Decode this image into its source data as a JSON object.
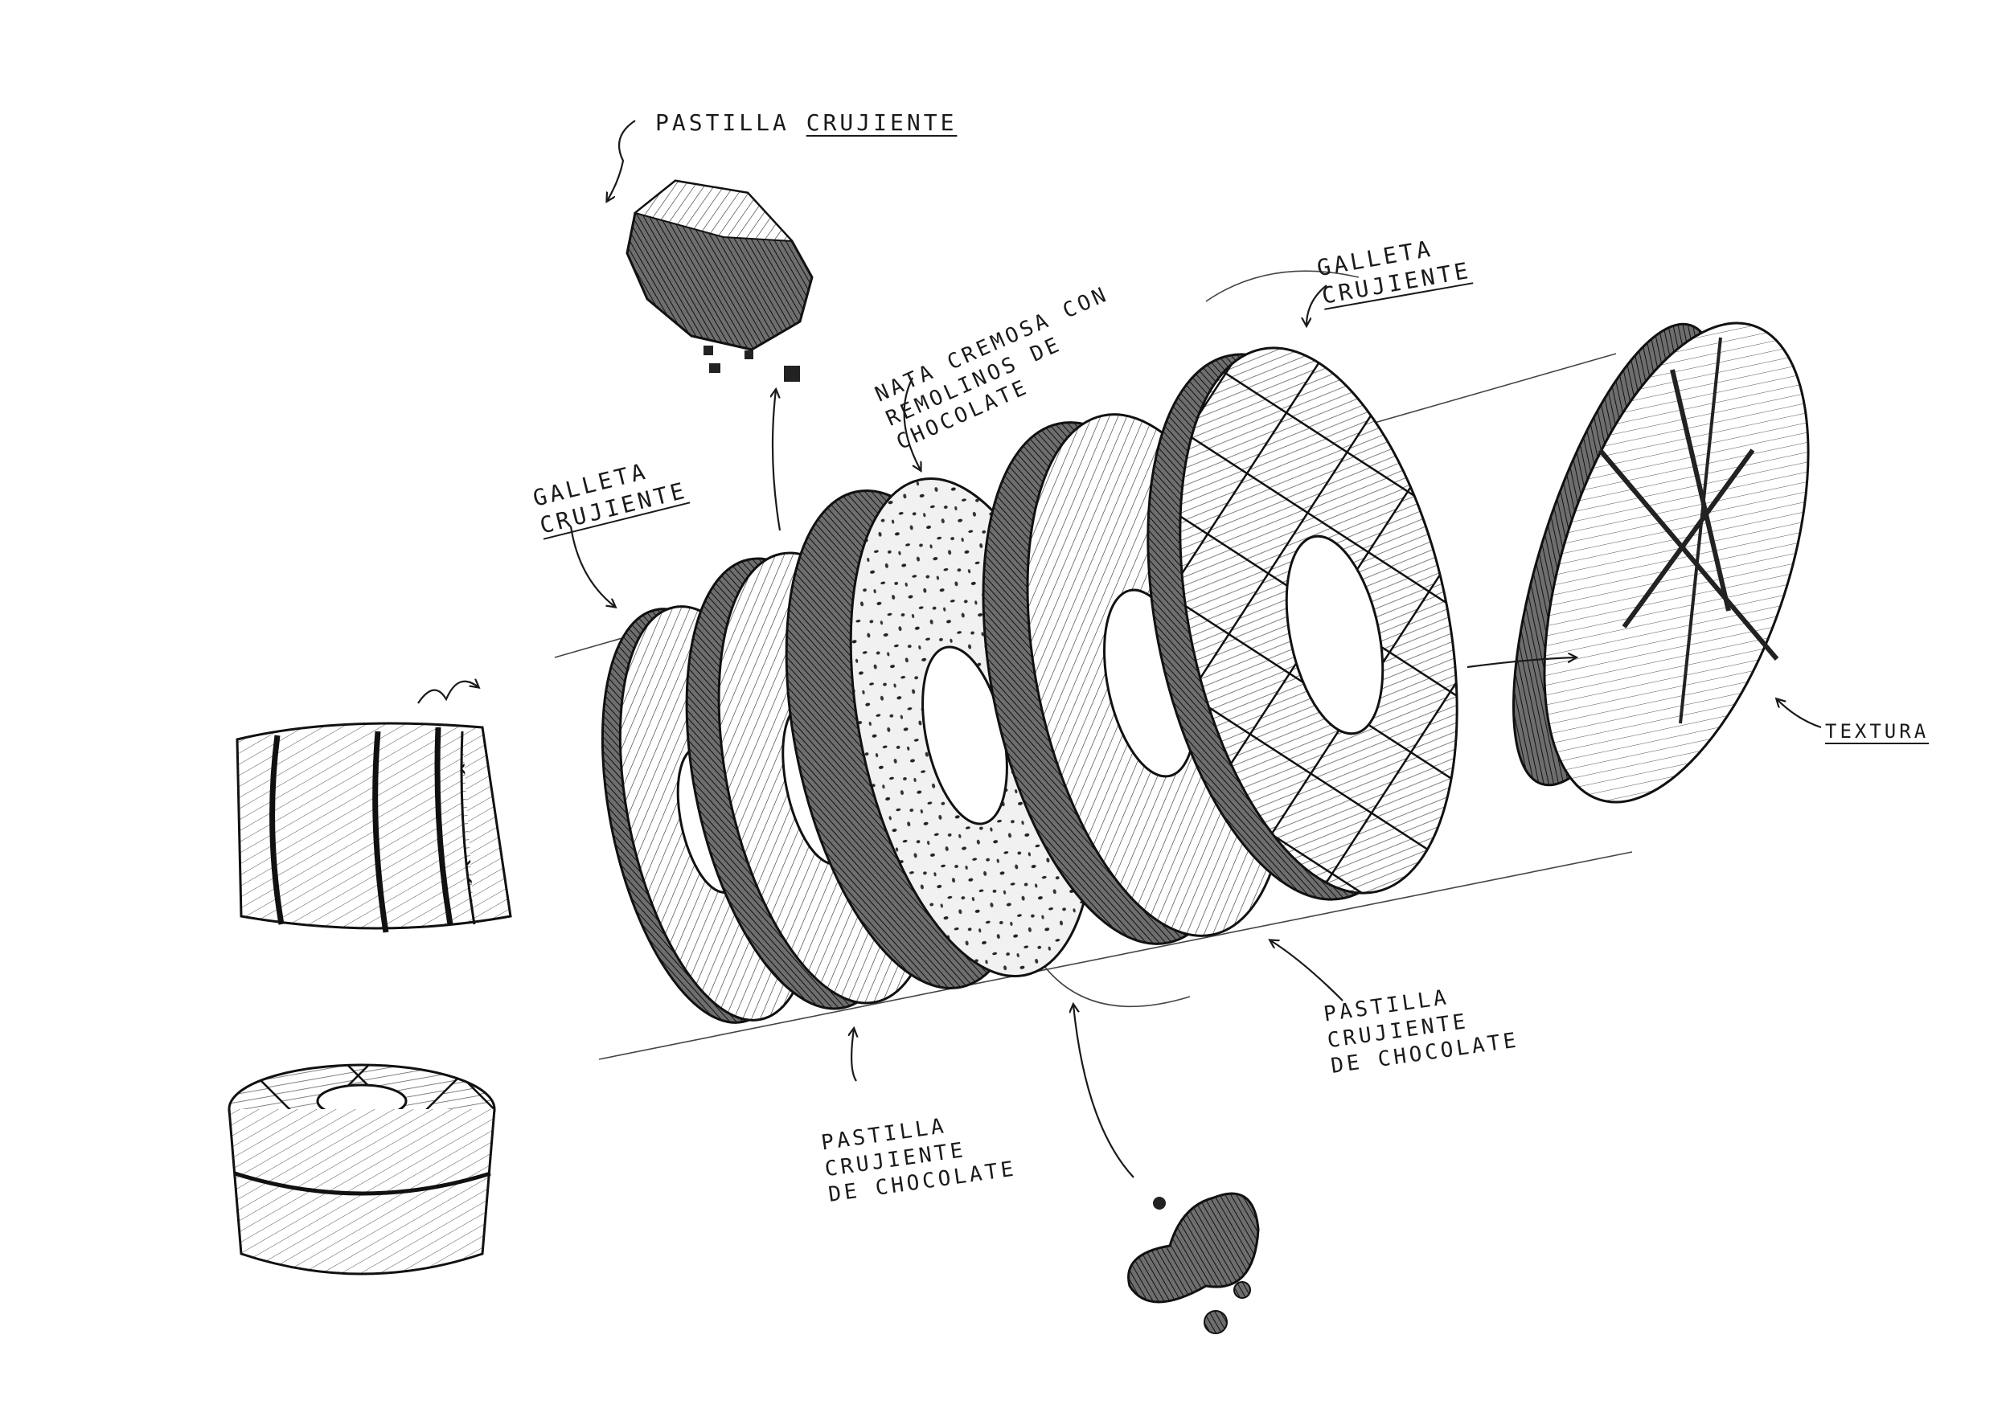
{
  "labels": {
    "top_pellet": {
      "line1": "PASTILLA",
      "line2": "CRUJIENTE"
    },
    "left_galleta": {
      "line1": "GALLETA",
      "line2": "CRUJIENTE"
    },
    "right_galleta": {
      "line1": "GALLETA",
      "line2": "CRUJIENTE"
    },
    "nata": {
      "line1": "NATA CREMOSA CON",
      "line2": "REMOLINOS DE",
      "line3": "CHOCOLATE"
    },
    "textura": {
      "line1": "TEXTURA"
    },
    "pastilla_bottom_left": {
      "line1": "PASTILLA",
      "line2": "CRUJIENTE",
      "line3": "DE CHOCOLATE"
    },
    "pastilla_bottom_right": {
      "line1": "PASTILLA",
      "line2": "CRUJIENTE",
      "line3": "DE CHOCOLATE"
    }
  },
  "colors": {
    "ink": "#1a1a1a",
    "shade": "#3a3a3a",
    "paper": "#ffffff"
  },
  "icons": [
    "crunchy-pellet-icon",
    "chocolate-drop-icon",
    "assembled-dessert-icon",
    "dessert-cross-section-icon",
    "cookie-texture-disc-icon"
  ]
}
